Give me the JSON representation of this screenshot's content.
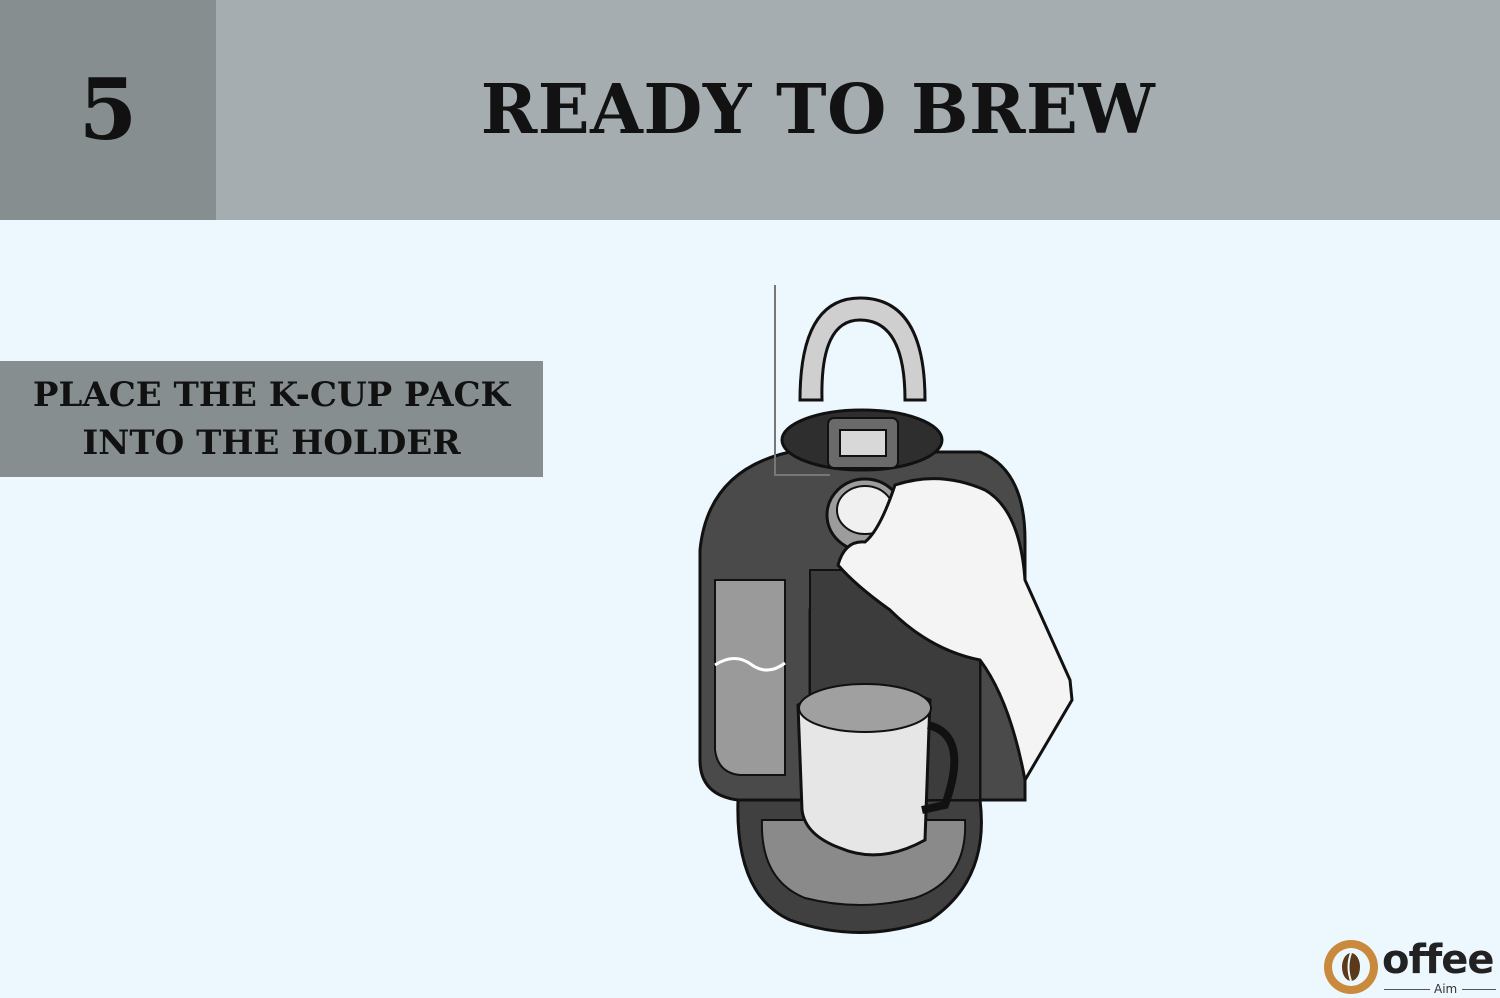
{
  "header": {
    "step_number": "5",
    "title": "READY TO BREW"
  },
  "instruction": {
    "line1": "PLACE THE K-CUP PACK",
    "line2": "INTO THE HOLDER"
  },
  "illustration": {
    "subject": "coffee-brewer-illustration"
  },
  "logo": {
    "main": "offee",
    "sub": "Aim"
  },
  "colors": {
    "background": "#ecf8fd",
    "header": "#a5adb0",
    "accent_box": "#868e90",
    "logo_orange": "#c98a3d"
  }
}
